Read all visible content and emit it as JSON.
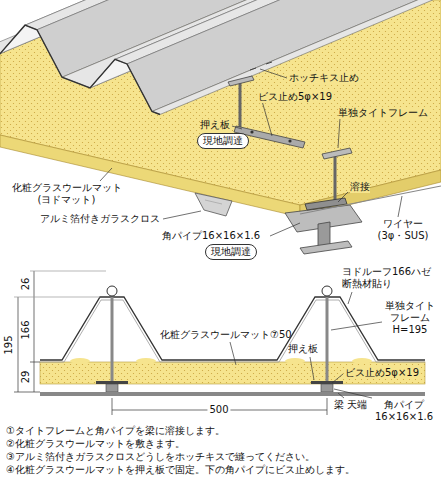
{
  "diagram": {
    "nodes": [
      {
        "text": [
          "現地調達"
        ]
      },
      {
        "text": [
          "現地調達"
        ]
      }
    ],
    "labels": [
      "ホッチキス止め",
      "ビス止め5φ×19",
      "単独タイトフレーム",
      "押え板",
      "化粧グラスウールマット (ヨドマット)",
      "アルミ箔付きガラスクロス",
      "溶接",
      "角パイプ16×16×1.6",
      "ワイヤー (3φ・SUS)",
      "26",
      "166",
      "195",
      "29",
      "ヨドルーフ166ハゼ 断熱材貼り",
      "単独タイト フレーム H=195",
      "化粧グラスウールマット⑦50",
      "押え板",
      "ビス止め5φ×19",
      "500",
      "梁 天端",
      "角パイプ 16×16×1.6",
      "①タイトフレームと角パイプを梁に溶接します。",
      "②化粧グラスウールマットを敷きます。",
      "③アルミ箔付きガラスクロスどうしをホッチキスで縫ってください。",
      "④化粧グラスウールマットを押え板で固定。下の角パイプにビス止めします。"
    ]
  }
}
